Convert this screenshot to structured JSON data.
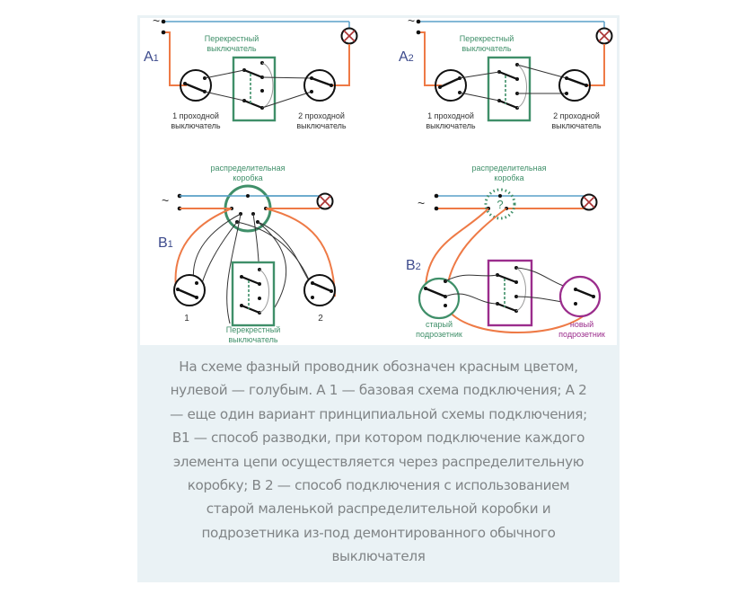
{
  "colors": {
    "phase": "#ee7a46",
    "neutral": "#5aa0c8",
    "green": "#3f8f69",
    "purple": "#9b2d8c",
    "label_blue": "#3c4a8c",
    "caption_text": "#808486",
    "figure_bg": "#eaf2f5"
  },
  "diagrams": {
    "a1": {
      "label": "A",
      "sub": "1",
      "cross_title_1": "Перекрестный",
      "cross_title_2": "выключатель",
      "sw1_line1": "1 проходной",
      "sw1_line2": "выключатель",
      "sw2_line1": "2 проходной",
      "sw2_line2": "выключатель",
      "tilde": "~"
    },
    "a2": {
      "label": "A",
      "sub": "2",
      "cross_title_1": "Перекрестный",
      "cross_title_2": "выключатель",
      "sw1_line1": "1 проходной",
      "sw1_line2": "выключатель",
      "sw2_line1": "2 проходной",
      "sw2_line2": "выключатель",
      "tilde": "~"
    },
    "b1": {
      "label": "B",
      "sub": "1",
      "box_title_1": "распределительная",
      "box_title_2": "коробка",
      "sw1_num": "1",
      "sw2_num": "2",
      "cross_title_1": "Перекрестный",
      "cross_title_2": "выключатель",
      "tilde": "~"
    },
    "b2": {
      "label": "B",
      "sub": "2",
      "box_title_1": "распределительная",
      "box_title_2": "коробка",
      "question": "?",
      "old_line1": "старый",
      "old_line2": "подрозетник",
      "new_line1": "новый",
      "new_line2": "подрозетник",
      "tilde": "~"
    }
  },
  "caption": {
    "lines": [
      "На схеме фазный проводник обозначен красным цветом,",
      "нулевой — голубым. А 1 — базовая схема подключения; А 2",
      "— еще один вариант принципиальной схемы подключения;",
      "В1 — способ разводки, при котором подключение каждого",
      "элемента цепи осуществляется через распределительную",
      "коробку; В 2 — способ подключения с использованием",
      "старой маленькой распределительной коробки и",
      "подрозетника из-под демонтированного обычного",
      "выключателя"
    ]
  }
}
